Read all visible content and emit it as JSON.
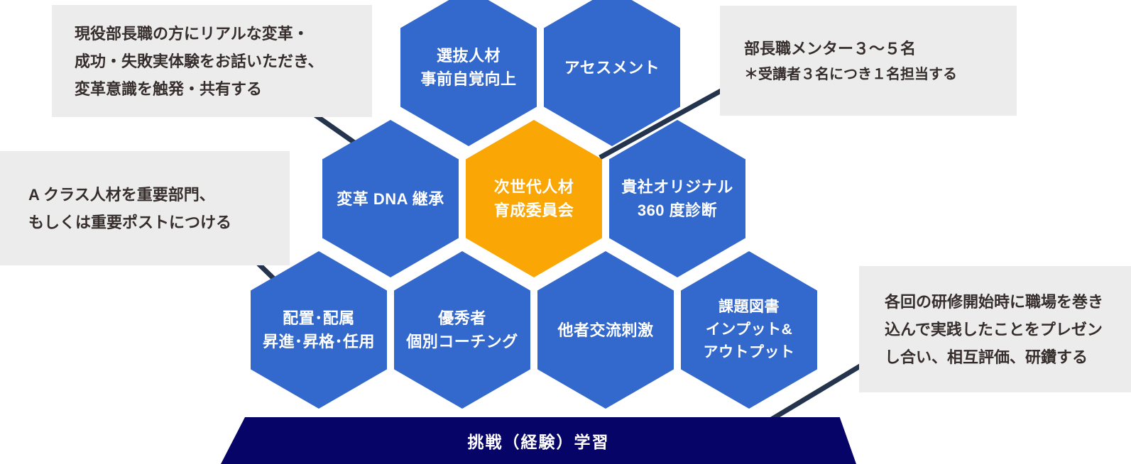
{
  "title": "次世代人材育成委員会ダイアグラム",
  "colors": {
    "hex_blue": "#3368CD",
    "hex_orange": "#FAA605",
    "hex_text": "#FFFFFF",
    "annotation_bg": "#EDECEC",
    "annotation_text": "#362E2C",
    "connector_line": "#24344D",
    "base_trapezoid": "#070468"
  },
  "hexagons": {
    "senbatsu": {
      "lines": [
        "選抜人材",
        "事前自覚向上"
      ]
    },
    "assessment": {
      "lines": [
        "アセスメント"
      ]
    },
    "henkaku_dna": {
      "lines": [
        "変革 DNA 継承"
      ]
    },
    "center": {
      "lines": [
        "次世代人材",
        "育成委員会"
      ]
    },
    "original360": {
      "lines": [
        "貴社オリジナル",
        "360 度診断"
      ]
    },
    "haichi": {
      "lines": [
        "配置･配属",
        "昇進･昇格･任用"
      ]
    },
    "yushusha": {
      "lines": [
        "優秀者",
        "個別コーチング"
      ]
    },
    "tasha": {
      "lines": [
        "他者交流刺激"
      ]
    },
    "kadai": {
      "lines": [
        "課題図書",
        "インプット&",
        "アウトプット"
      ]
    }
  },
  "annotations": {
    "top_left": {
      "lines": [
        "現役部長職の方にリアルな変革・",
        "成功・失敗実体験をお話いただき、",
        "変革意識を触発・共有する"
      ]
    },
    "mid_left": {
      "lines": [
        "A クラス人材を重要部門、",
        "もしくは重要ポストにつける"
      ]
    },
    "top_right": {
      "title": "部長職メンター３～５名",
      "note": "＊受講者３名につき１名担当する"
    },
    "bottom_right": {
      "lines": [
        "各回の研修開始時に職場を巻き",
        "込んで実践したことをプレゼン",
        "し合い、相互評価、研鑽する"
      ]
    }
  },
  "base": {
    "label": "挑戦（経験）学習"
  }
}
